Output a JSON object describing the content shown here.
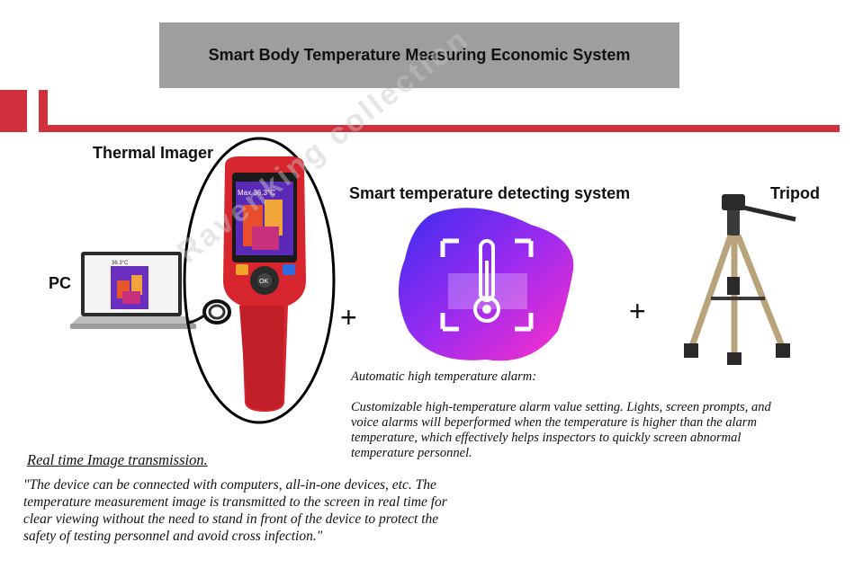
{
  "header": {
    "title": "Smart Body Temperature Measuring Economic System"
  },
  "labels": {
    "thermal_imager": "Thermal Imager",
    "pc": "PC",
    "smart_system": "Smart temperature detecting system",
    "tripod": "Tripod",
    "plus": "+"
  },
  "device_screen": {
    "max_temp": "Max 36.3°C",
    "ok_button": "OK",
    "laptop_temp": "36.3°C"
  },
  "watermark": "Ravenking collection",
  "alarm": {
    "heading": "Automatic high temperature alarm:",
    "body": "Customizable high-temperature alarm value setting. Lights, screen prompts, and voice alarms will beperformed when the temperature is higher than the alarm temperature, which effectively helps inspectors to quickly screen abnormal temperature personnel."
  },
  "transmission": {
    "heading": "Real time Image transmission.",
    "body": "\"The device can be connected with computers, all-in-one devices, etc. The temperature measurement image is transmitted to the screen in real time for clear viewing without the need to stand in front of the device to protect the safety of testing personnel and avoid cross infection.\""
  },
  "colors": {
    "accent_red": "#d0313c",
    "title_box": "#9e9e9e"
  }
}
